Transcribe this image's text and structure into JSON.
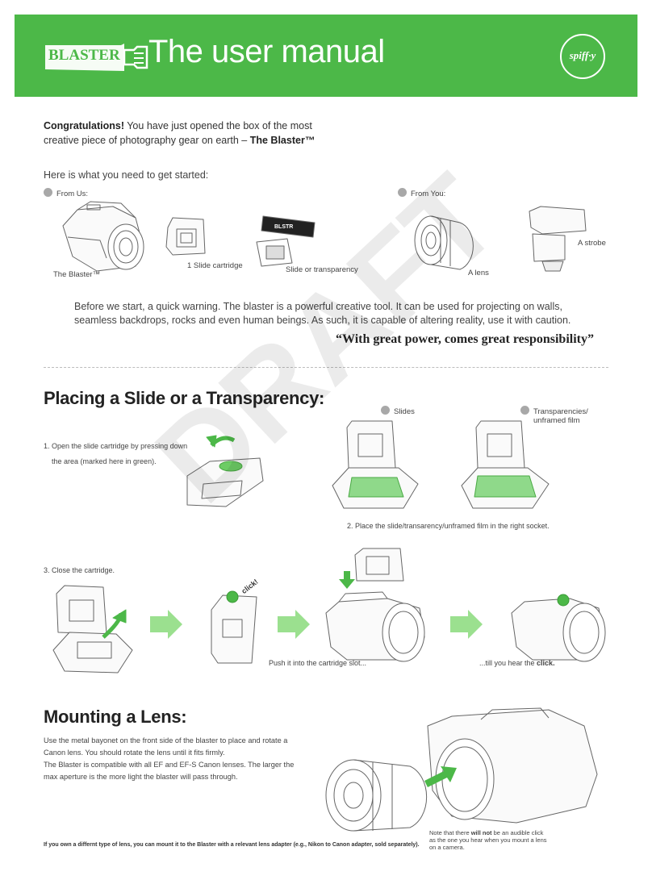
{
  "header": {
    "logo_text": "BLASTER",
    "title": "The user manual",
    "brand": "spiff·y"
  },
  "intro": {
    "congrats": "Congratulations!",
    "text": " You have just opened the box of the most creative piece of photography gear on earth – ",
    "product": "The Blaster™"
  },
  "getting_started": {
    "heading": "Here is what you need to get started:",
    "from_us": "From Us:",
    "from_you": "From You:",
    "items_us": [
      "The Blaster™",
      "1 Slide cartridge",
      "Slide or transparency"
    ],
    "items_you": [
      "A lens",
      "A strobe"
    ]
  },
  "warning": {
    "text": "Before we start, a quick warning. The blaster is a powerful creative tool. It can be used for projecting on walls, seamless backdrops, rocks and even human beings. As such, it is capable of altering reality, use it with caution.",
    "quote": "“With great power, comes great responsibility”"
  },
  "placing": {
    "title": "Placing a Slide or a Transparency:",
    "slides_label": "Slides",
    "transparencies_label": "Transparencies/",
    "transparencies_label2": "unframed film",
    "step1_line1": "1. Open the slide cartridge by pressing down",
    "step1_line2": "the area (marked here in green).",
    "step2": "2. Place the slide/transarency/unframed film in the right socket.",
    "step3": "3. Close the cartridge.",
    "click_label": "click!",
    "push_text": "Push it into the cartridge slot...",
    "hear_text": "...till you hear the ",
    "hear_bold": "click."
  },
  "mounting": {
    "title": "Mounting a Lens:",
    "p1": "Use the metal bayonet on the front side of the blaster to place and rotate a Canon lens. You should rotate the lens until it fits firmly.",
    "p2": "The Blaster is compatible with all EF and EF-S Canon lenses. The larger the max aperture is the more light the blaster will pass through.",
    "footnote": "If you own a differnt type of lens, you can mount it to the Blaster with a relevant lens adapter (e.g., Nikon to Canon adapter, sold separately).",
    "note_pre": "Note that there ",
    "note_bold": "will not",
    "note_post": " be an audible click as the one you hear when you mount a lens on a camera."
  },
  "watermark": "DRAFT",
  "colors": {
    "brand_green": "#4cb848",
    "highlight_green": "#8fd98a",
    "arrow_green": "#9be08f"
  },
  "icons": [
    "blaster-device-icon",
    "slide-cartridge-icon",
    "slide-icon",
    "lens-icon",
    "strobe-icon",
    "arrow-right-icon",
    "arrow-down-icon"
  ]
}
